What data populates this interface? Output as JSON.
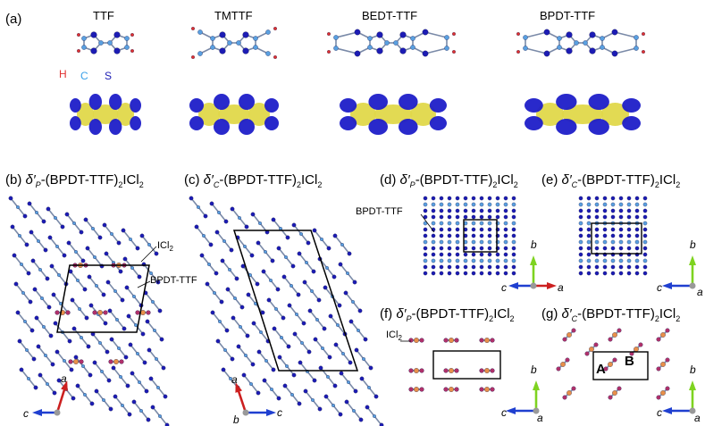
{
  "panels": {
    "a": {
      "tag": "(a)",
      "molecules": [
        "TTF",
        "TMTTF",
        "BEDT-TTF",
        "BPDT-TTF"
      ],
      "atoms": {
        "h": "H",
        "c": "C",
        "s": "S"
      }
    },
    "b": {
      "tag": "(b)",
      "title_pre": "δ′",
      "title_sub": "P",
      "title_post": "-(BPDT-TTF)",
      "title_sub2": "2",
      "title_end": "ICl",
      "title_sub3": "2",
      "labels": {
        "icl": "ICl2",
        "bpdt": "BPDT-TTF"
      },
      "axes": {
        "a": "a",
        "c": "c"
      }
    },
    "c": {
      "tag": "(c)",
      "title_pre": "δ′",
      "title_sub": "C",
      "title_post": "-(BPDT-TTF)",
      "title_sub2": "2",
      "title_end": "ICl",
      "title_sub3": "2",
      "axes": {
        "a": "a",
        "b": "b",
        "c": "c"
      }
    },
    "d": {
      "tag": "(d)",
      "title_pre": "δ′",
      "title_sub": "P",
      "title_post": "-(BPDT-TTF)",
      "title_sub2": "2",
      "title_end": "ICl",
      "title_sub3": "2",
      "labels": {
        "bpdt": "BPDT-TTF"
      },
      "axes": {
        "a": "a",
        "b": "b",
        "c": "c"
      }
    },
    "e": {
      "tag": "(e)",
      "title_pre": "δ′",
      "title_sub": "C",
      "title_post": "-(BPDT-TTF)",
      "title_sub2": "2",
      "title_end": "ICl",
      "title_sub3": "2",
      "axes": {
        "a": "a",
        "b": "b",
        "c": "c"
      }
    },
    "f": {
      "tag": "(f)",
      "title_pre": "δ′",
      "title_sub": "P",
      "title_post": "-(BPDT-TTF)",
      "title_sub2": "2",
      "title_end": "ICl",
      "title_sub3": "2",
      "labels": {
        "icl": "ICl2"
      },
      "axes": {
        "a": "a",
        "b": "b",
        "c": "c"
      }
    },
    "g": {
      "tag": "(g)",
      "title_pre": "δ′",
      "title_sub": "C",
      "title_post": "-(BPDT-TTF)",
      "title_sub2": "2",
      "title_end": "ICl",
      "title_sub3": "2",
      "labels": {
        "A": "A",
        "B": "B"
      },
      "axes": {
        "a": "a",
        "b": "b",
        "c": "c"
      }
    }
  },
  "colors": {
    "carbon": "#5aa0e0",
    "sulfur": "#1c1cb4",
    "hydrogen": "#e03030",
    "iodine": "#e8904a",
    "chlorine": "#b0306a",
    "orbital_pos": "#1e1ec8",
    "orbital_neg": "#e0d84a",
    "axis_a": "#cc1f1f",
    "axis_b": "#7ed320",
    "axis_c": "#1f3fd0"
  }
}
